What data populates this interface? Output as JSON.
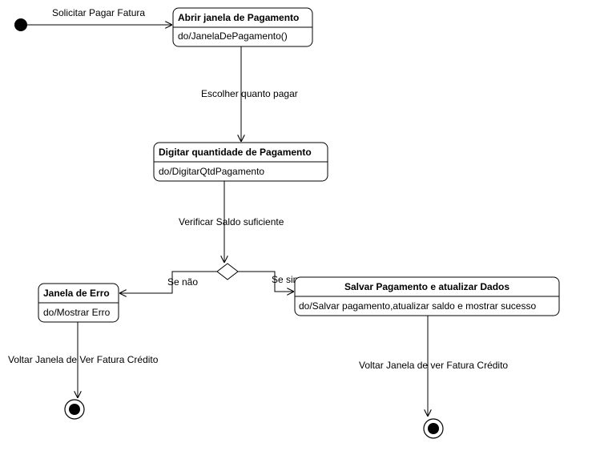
{
  "diagram": {
    "states": {
      "abrir": {
        "title": "Abrir janela de Pagamento",
        "action": "do/JanelaDePagamento()"
      },
      "digitar": {
        "title": "Digitar quantidade de Pagamento",
        "action": "do/DigitarQtdPagamento"
      },
      "erro": {
        "title": "Janela de Erro",
        "action": "do/Mostrar Erro"
      },
      "salvar": {
        "title": "Salvar Pagamento e atualizar Dados",
        "action": "do/Salvar pagamento,atualizar saldo e mostrar sucesso"
      }
    },
    "transitions": {
      "start": "Solicitar Pagar Fatura",
      "escolher": "Escolher quanto pagar",
      "verificar": "Verificar Saldo suficiente",
      "nao": "Se não",
      "sim": "Se sim",
      "voltar_left": "Voltar Janela de Ver Fatura Crédito",
      "voltar_right": "Voltar Janela de ver Fatura Crédito"
    }
  }
}
